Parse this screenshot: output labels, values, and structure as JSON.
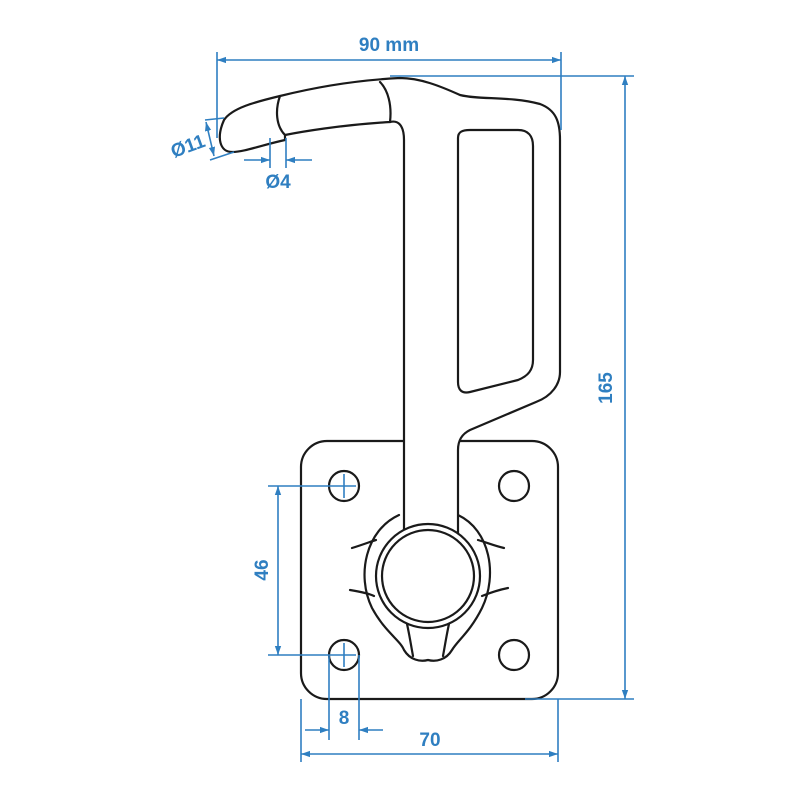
{
  "colors": {
    "dimension": "#2f7fc1",
    "outline": "#1a1a1a",
    "background": "#ffffff"
  },
  "dimensions": {
    "width_top": "90 mm",
    "height_total": "165",
    "hole_spacing": "46",
    "plate_width": "70",
    "hole_diameter": "8",
    "tip_outer_diameter": "Ø11",
    "tip_inner_diameter": "Ø4"
  }
}
